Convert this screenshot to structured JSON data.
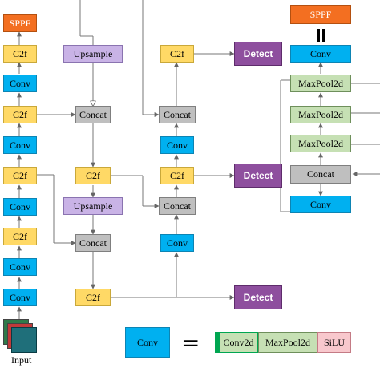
{
  "labels": {
    "sppf": "SPPF",
    "c2f": "C2f",
    "conv": "Conv",
    "concat": "Concat",
    "upsample": "Upsample",
    "detect": "Detect",
    "maxpool2d": "MaxPool2d",
    "conv2d": "Conv2d",
    "silu": "SiLU",
    "input": "Input",
    "equals": "="
  },
  "colors": {
    "c2f": "#ffd966",
    "conv": "#00b0f0",
    "concat": "#bfbfbf",
    "upsample": "#c9b3e6",
    "sppf": "#f36f21",
    "detect": "#8e4f9e",
    "maxpool": "#c6e0b4",
    "silu": "#f8c8cd"
  }
}
